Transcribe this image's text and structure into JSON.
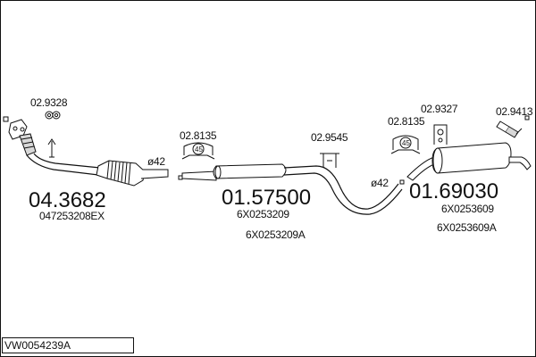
{
  "diagram": {
    "colors": {
      "line": "#111111",
      "fill": "#ffffff",
      "shade": "#d8d8d8"
    },
    "parts": {
      "front_pipe": {
        "code": "04.3682",
        "ref1": "047253208EX"
      },
      "middle_section": {
        "code": "01.57500",
        "ref1": "6X0253209",
        "ref2": "6X0253209A"
      },
      "rear_section": {
        "code": "01.69030",
        "ref1": "6X0253609",
        "ref2": "6X0253609A"
      }
    },
    "accessories": {
      "gasket_front": "02.9328",
      "clamp_front": "02.8135",
      "clamp_front_size": "45",
      "hanger_mid": "02.9545",
      "clamp_rear": "02.8135",
      "clamp_rear_size": "45",
      "hanger_rear": "02.9327",
      "bracket_tail": "02.9413"
    },
    "dimensions": {
      "front_diameter": "ø42",
      "rear_diameter": "ø42"
    }
  },
  "footer": {
    "reference": "VW0054239A"
  }
}
